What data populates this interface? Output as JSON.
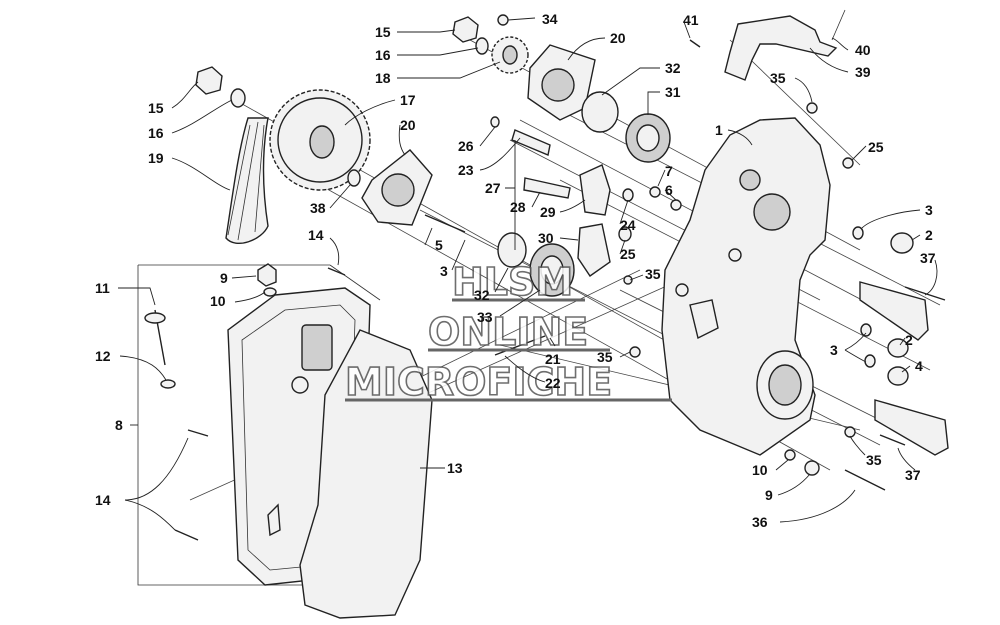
{
  "watermark": {
    "line1": "HLSM",
    "line2": "ONLINE",
    "line3": "MICROFICHE"
  },
  "callouts": [
    {
      "id": "c15a",
      "text": "15"
    },
    {
      "id": "c34",
      "text": "34"
    },
    {
      "id": "c16a",
      "text": "16"
    },
    {
      "id": "c18",
      "text": "18"
    },
    {
      "id": "c20a",
      "text": "20"
    },
    {
      "id": "c41",
      "text": "41"
    },
    {
      "id": "c40",
      "text": "40"
    },
    {
      "id": "c39",
      "text": "39"
    },
    {
      "id": "c15b",
      "text": "15"
    },
    {
      "id": "c16b",
      "text": "16"
    },
    {
      "id": "c17",
      "text": "17"
    },
    {
      "id": "c19",
      "text": "19"
    },
    {
      "id": "c20b",
      "text": "20"
    },
    {
      "id": "c32a",
      "text": "32"
    },
    {
      "id": "c31",
      "text": "31"
    },
    {
      "id": "c35a",
      "text": "35"
    },
    {
      "id": "c1",
      "text": "1"
    },
    {
      "id": "c25a",
      "text": "25"
    },
    {
      "id": "c26",
      "text": "26"
    },
    {
      "id": "c23",
      "text": "23"
    },
    {
      "id": "c7",
      "text": "7"
    },
    {
      "id": "c6",
      "text": "6"
    },
    {
      "id": "c27",
      "text": "27"
    },
    {
      "id": "c28",
      "text": "28"
    },
    {
      "id": "c29",
      "text": "29"
    },
    {
      "id": "c24",
      "text": "24"
    },
    {
      "id": "c38",
      "text": "38"
    },
    {
      "id": "c3a",
      "text": "3"
    },
    {
      "id": "c2a",
      "text": "2"
    },
    {
      "id": "c14a",
      "text": "14"
    },
    {
      "id": "c5",
      "text": "5"
    },
    {
      "id": "c30",
      "text": "30"
    },
    {
      "id": "c25b",
      "text": "25"
    },
    {
      "id": "c37a",
      "text": "37"
    },
    {
      "id": "c9a",
      "text": "9"
    },
    {
      "id": "c3b",
      "text": "3"
    },
    {
      "id": "c35b",
      "text": "35"
    },
    {
      "id": "c10a",
      "text": "10"
    },
    {
      "id": "c11",
      "text": "11"
    },
    {
      "id": "c32b",
      "text": "32"
    },
    {
      "id": "c33",
      "text": "33"
    },
    {
      "id": "c12",
      "text": "12"
    },
    {
      "id": "c21",
      "text": "21"
    },
    {
      "id": "c35c",
      "text": "35"
    },
    {
      "id": "c3c",
      "text": "3"
    },
    {
      "id": "c2b",
      "text": "2"
    },
    {
      "id": "c22",
      "text": "22"
    },
    {
      "id": "c4",
      "text": "4"
    },
    {
      "id": "c8",
      "text": "8"
    },
    {
      "id": "c13",
      "text": "13"
    },
    {
      "id": "c35d",
      "text": "35"
    },
    {
      "id": "c37b",
      "text": "37"
    },
    {
      "id": "c10b",
      "text": "10"
    },
    {
      "id": "c14b",
      "text": "14"
    },
    {
      "id": "c9b",
      "text": "9"
    },
    {
      "id": "c36",
      "text": "36"
    }
  ]
}
